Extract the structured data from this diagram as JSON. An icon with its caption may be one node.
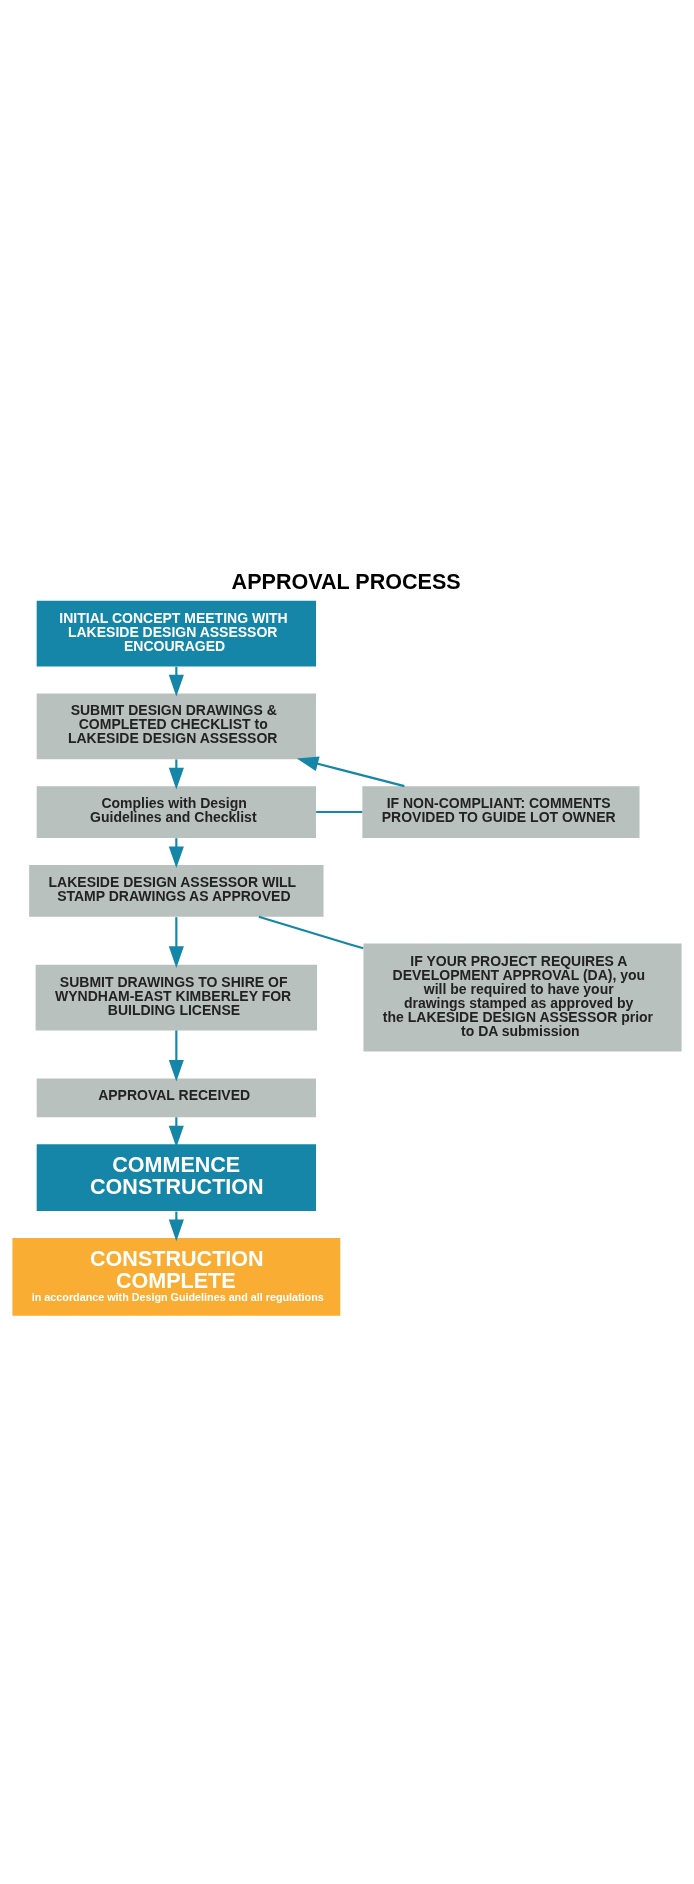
{
  "diagram": {
    "title": "APPROVAL PROCESS",
    "nodes": [
      {
        "text": [
          "INITIAL CONCEPT MEETING WITH LAKESIDE DESIGN ASSESSOR ENCOURAGED"
        ]
      },
      {
        "text": [
          "SUBMIT DESIGN DRAWINGS & COMPLETED CHECKLIST to LAKESIDE DESIGN ASSESSOR"
        ]
      },
      {
        "text": [
          "Complies with Design Guidelines and Checklist"
        ]
      },
      {
        "text": [
          "LAKESIDE DESIGN ASSESSOR WILL STAMP DRAWINGS AS APPROVED"
        ]
      },
      {
        "text": [
          "SUBMIT DRAWINGS TO SHIRE OF WYNDHAM-EAST KIMBERLEY FOR BUILDING LICENSE"
        ]
      },
      {
        "text": [
          "APPROVAL RECEIVED"
        ]
      },
      {
        "text": [
          "COMMENCE CONSTRUCTION"
        ]
      },
      {
        "text": [
          "CONSTRUCTION COMPLETE",
          "in accordance with Design Guidelines and all regulations"
        ]
      },
      {
        "text": [
          "IF NON-COMPLIANT: COMMENTS PROVIDED TO GUIDE LOT OWNER"
        ]
      },
      {
        "text": [
          "IF YOUR PROJECT REQUIRES A DEVELOPMENT APPROVAL (DA), you will be required to have your drawings stamped as approved by the LAKESIDE DESIGN ASSESSOR prior to DA submission"
        ]
      }
    ],
    "edges": [
      {
        "from": 0,
        "to": 1,
        "arrow": "to"
      },
      {
        "from": 1,
        "to": 2,
        "arrow": "to"
      },
      {
        "from": 2,
        "to": 3,
        "arrow": "to"
      },
      {
        "from": 3,
        "to": 4,
        "arrow": "to"
      },
      {
        "from": 4,
        "to": 5,
        "arrow": "to"
      },
      {
        "from": 5,
        "to": 6,
        "arrow": "to"
      },
      {
        "from": 6,
        "to": 7,
        "arrow": "to"
      },
      {
        "from": 2,
        "to": 8,
        "arrow": "none"
      },
      {
        "from": 8,
        "to": 1,
        "arrow": "to"
      },
      {
        "from": 3,
        "to": 9,
        "arrow": "none"
      }
    ]
  }
}
